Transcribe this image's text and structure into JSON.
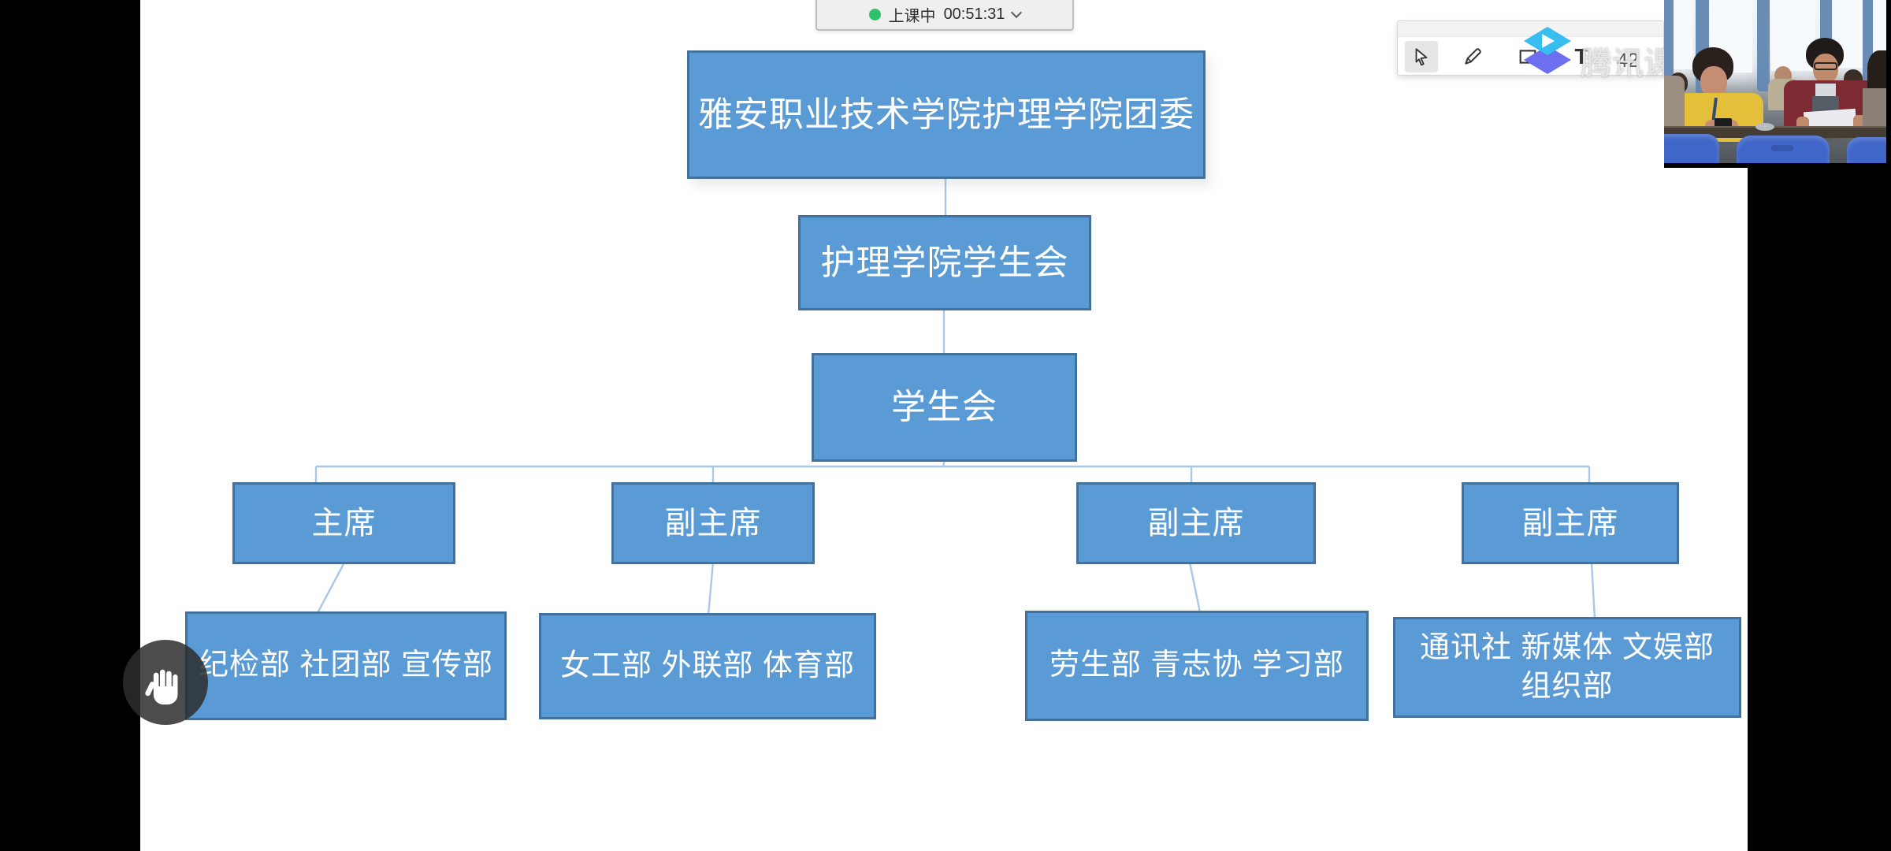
{
  "theme": {
    "node-fill": "#5B9BD5",
    "node-border": "#41719C",
    "connector": "#A9C7E8",
    "status-green": "#2EC26B",
    "logo-cyan": "#38BDF0",
    "logo-purple": "#6C6FF0"
  },
  "status_bar": {
    "state_label": "上课中",
    "timer": "00:51:31"
  },
  "toolbar": {
    "tools": [
      {
        "name": "cursor",
        "selected": true
      },
      {
        "name": "pen",
        "selected": false
      },
      {
        "name": "rectangle",
        "selected": false
      },
      {
        "name": "text",
        "selected": false,
        "label": "T"
      }
    ],
    "page_number": "42"
  },
  "watermark": {
    "text": "腾讯课堂"
  },
  "org_chart": {
    "tree": {
      "label": "雅安职业技术学院护理学院团委",
      "child": {
        "label": "护理学院学生会",
        "child": {
          "label": "学生会",
          "children": [
            {
              "label": "主席",
              "dept_lines": [
                "纪检部 社团部 宣传部"
              ]
            },
            {
              "label": "副主席",
              "dept_lines": [
                "女工部 外联部 体育部"
              ]
            },
            {
              "label": "副主席",
              "dept_lines": [
                "劳生部 青志协 学习部"
              ]
            },
            {
              "label": "副主席",
              "dept_lines": [
                "通讯社 新媒体 文娱部",
                "组织部"
              ]
            }
          ]
        }
      }
    }
  }
}
